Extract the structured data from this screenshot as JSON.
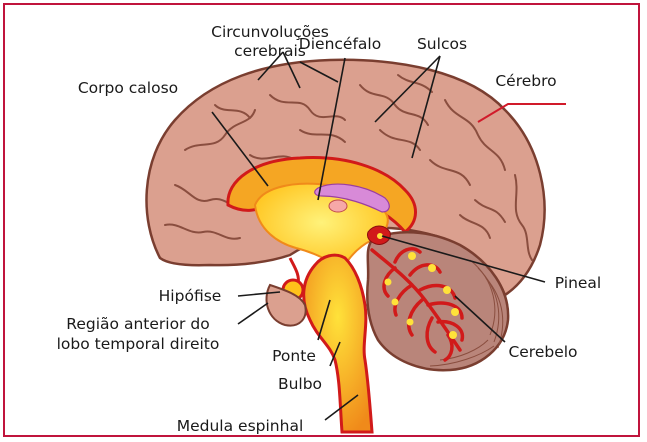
{
  "labels": {
    "circunvolucoes_line1": "Circunvoluções",
    "circunvolucoes_line2": "cerebrais",
    "diencefalo": "Diencéfalo",
    "sulcos": "Sulcos",
    "corpo_caloso": "Corpo caloso",
    "cerebro": "Cérebro",
    "hipofise": "Hipófise",
    "regiao_line1": "Região anterior do",
    "regiao_line2": "lobo temporal direito",
    "ponte": "Ponte",
    "bulbo": "Bulbo",
    "medula": "Medula espinhal",
    "pineal": "Pineal",
    "cerebelo": "Cerebelo"
  },
  "colors": {
    "frame": "#c0143c",
    "cortex": "#dba08f",
    "cortex_fold": "#8a4e3f",
    "inner_orange": "#f5a623",
    "inner_yellow": "#ffe23a",
    "brainstem": "#f7b52c",
    "red": "#d11a1a",
    "cerebellum": "#b9857a",
    "ventricle": "#d88ad8",
    "leader": "#1a1a1a",
    "cerebro_leader": "#d11a2a"
  }
}
